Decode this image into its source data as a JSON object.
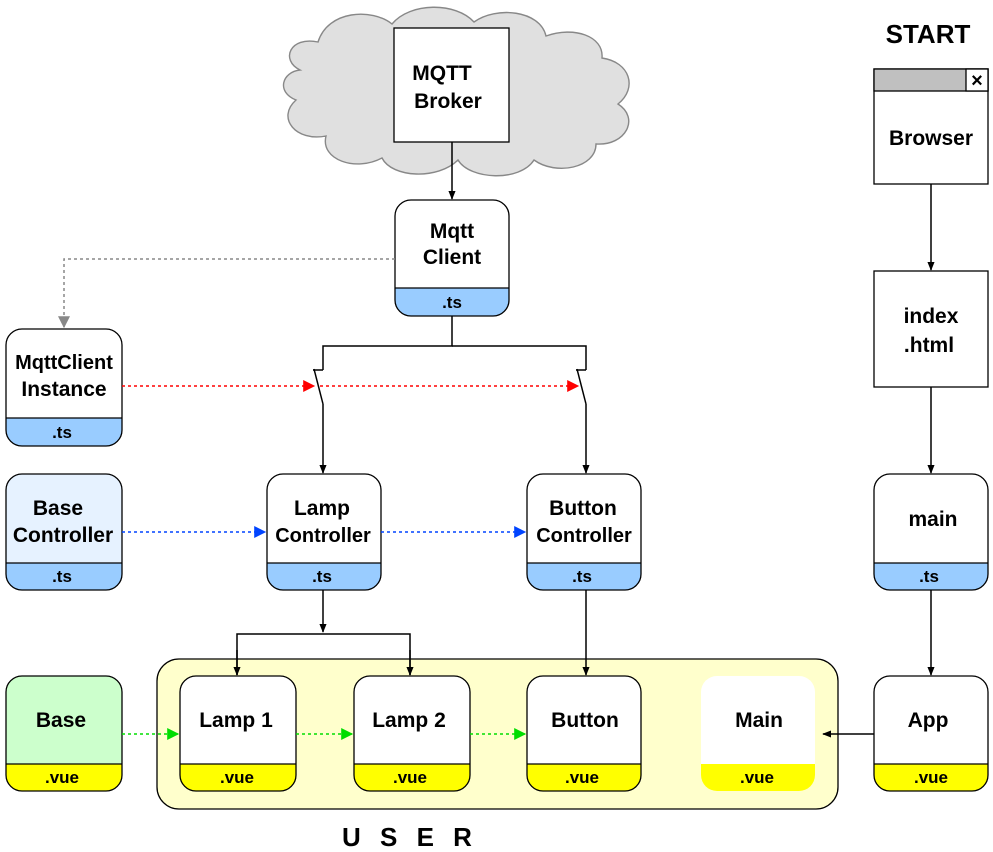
{
  "start_label": "START",
  "user_label": "U S E R",
  "broker": {
    "line1": "MQTT",
    "line2": "Broker"
  },
  "browser": {
    "label": "Browser",
    "close_glyph": "×"
  },
  "index": {
    "line1": "index",
    "line2": ".html"
  },
  "mqtt_client": {
    "line1": "Mqtt",
    "line2": "Client",
    "ext": ".ts"
  },
  "mqtt_instance": {
    "line1": "MqttClient",
    "line2": "Instance",
    "ext": ".ts"
  },
  "base_controller": {
    "line1": "Base",
    "line2": "Controller",
    "ext": ".ts"
  },
  "lamp_controller": {
    "line1": "Lamp",
    "line2": "Controller",
    "ext": ".ts"
  },
  "button_controller": {
    "line1": "Button",
    "line2": "Controller",
    "ext": ".ts"
  },
  "main_ts": {
    "label": "main",
    "ext": ".ts"
  },
  "base_vue": {
    "label": "Base",
    "ext": ".vue"
  },
  "lamp1": {
    "label": "Lamp 1",
    "ext": ".vue"
  },
  "lamp2": {
    "label": "Lamp 2",
    "ext": ".vue"
  },
  "button_vue": {
    "label": "Button",
    "ext": ".vue"
  },
  "main_vue": {
    "label": "Main",
    "ext": ".vue"
  },
  "app_vue": {
    "label": "App",
    "ext": ".vue"
  },
  "colors": {
    "ts_band": "#99ccff",
    "vue_band": "#ffff00",
    "user_area": "#ffffcc",
    "cloud": "#e0e0e0",
    "base_controller_fill": "#e6f2ff",
    "base_vue_fill": "#ccffcc",
    "red_arrow": "#ff0000",
    "blue_arrow": "#0044ff",
    "green_arrow": "#00dd00",
    "gray_arrow": "#888888"
  }
}
